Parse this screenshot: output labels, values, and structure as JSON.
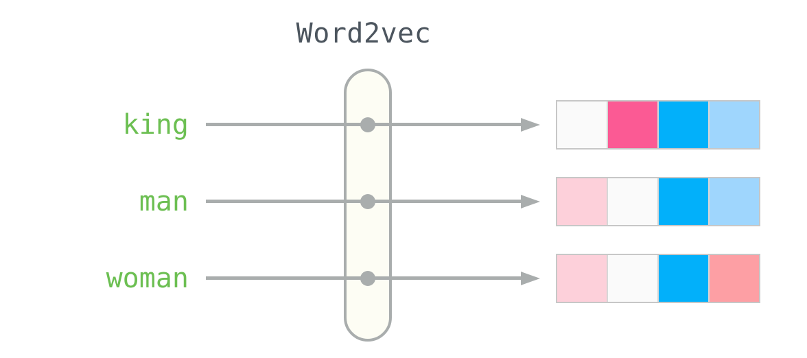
{
  "diagram": {
    "title": "Word2vec",
    "title_color": "#4c555e",
    "model_node_label": "word2vec-model",
    "word_color": "#6cbf52",
    "connector_color": "#a9adad",
    "capsule_fill": "#fdfdf4",
    "capsule_border": "#a9adad",
    "rows": [
      {
        "word": "king",
        "vector": [
          {
            "name": "dim-1",
            "color": "#fafafa"
          },
          {
            "name": "dim-2",
            "color": "#fb5a94"
          },
          {
            "name": "dim-3",
            "color": "#02b0fa"
          },
          {
            "name": "dim-4",
            "color": "#9fd6fd"
          }
        ]
      },
      {
        "word": "man",
        "vector": [
          {
            "name": "dim-1",
            "color": "#fdd0da"
          },
          {
            "name": "dim-2",
            "color": "#fafafa"
          },
          {
            "name": "dim-3",
            "color": "#02b0fa"
          },
          {
            "name": "dim-4",
            "color": "#9fd6fd"
          }
        ]
      },
      {
        "word": "woman",
        "vector": [
          {
            "name": "dim-1",
            "color": "#fdd0da"
          },
          {
            "name": "dim-2",
            "color": "#fafafa"
          },
          {
            "name": "dim-3",
            "color": "#02b0fa"
          },
          {
            "name": "dim-4",
            "color": "#fd9fa4"
          }
        ]
      }
    ]
  }
}
